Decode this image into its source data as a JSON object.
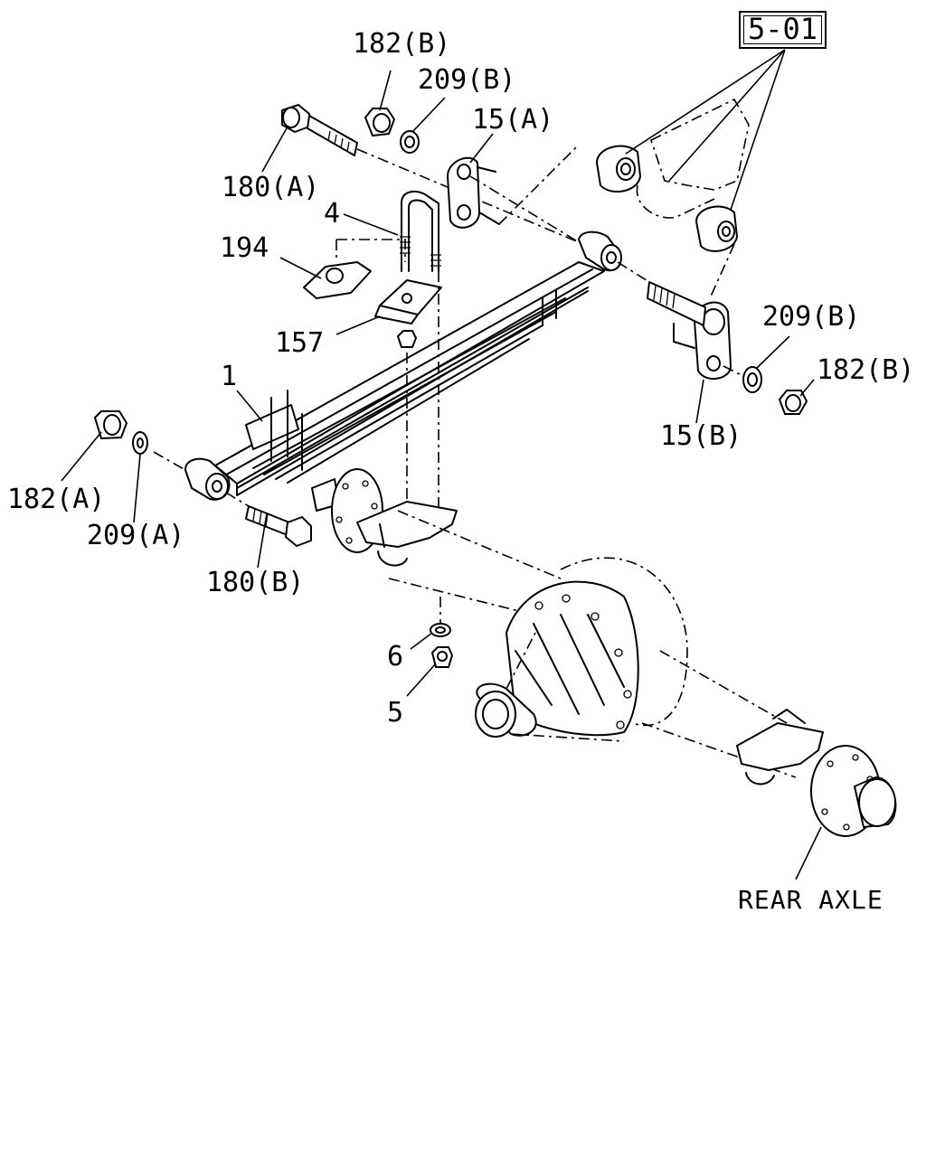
{
  "diagram": {
    "reference": "5-01",
    "callout_labels": {
      "182B_top": "182(B)",
      "209B_top": "209(B)",
      "15A": "15(A)",
      "180A": "180(A)",
      "4": "4",
      "194": "194",
      "157": "157",
      "1": "1",
      "209B_right": "209(B)",
      "182B_right": "182(B)",
      "15B": "15(B)",
      "182A": "182(A)",
      "209A": "209(A)",
      "180B": "180(B)",
      "6": "6",
      "5": "5"
    },
    "assembly_label": "REAR AXLE"
  }
}
